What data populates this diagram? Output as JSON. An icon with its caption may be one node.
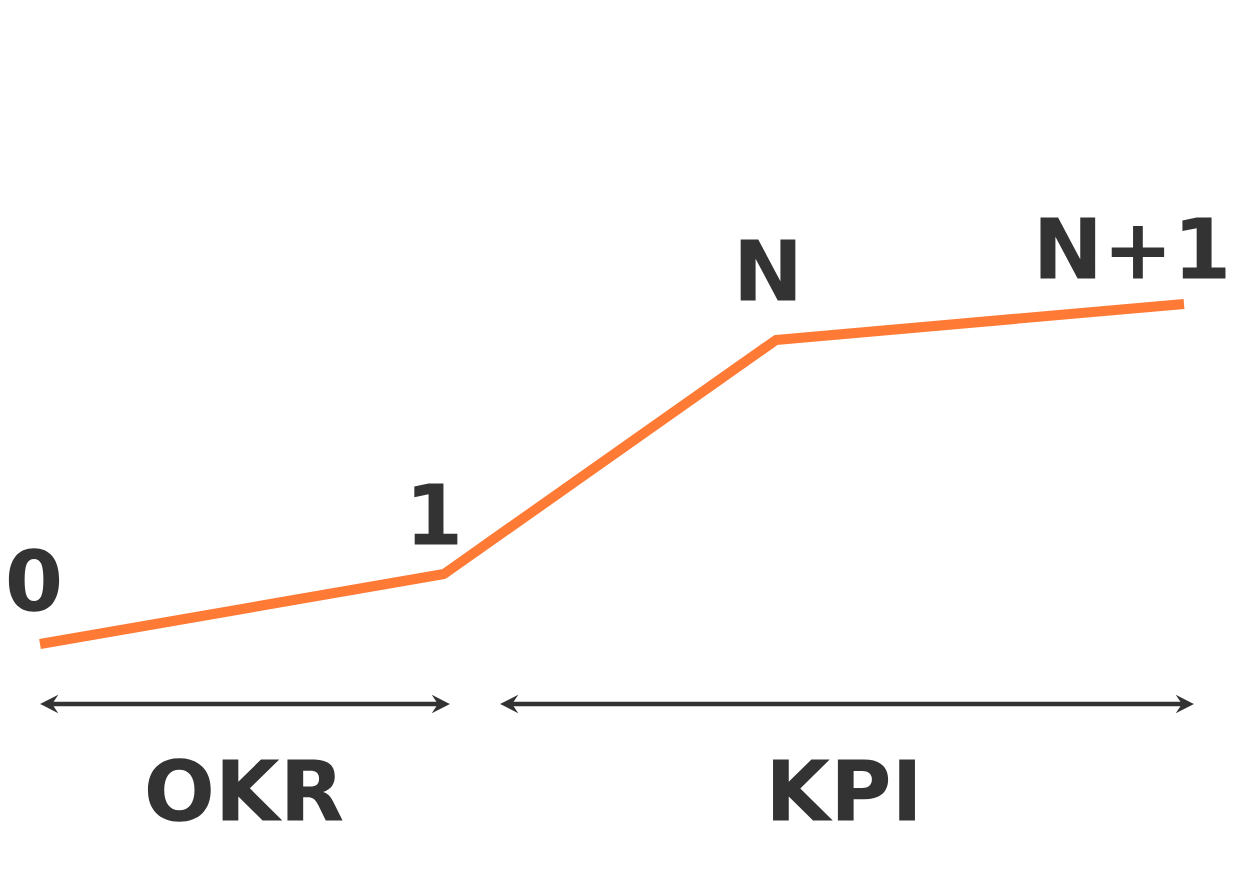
{
  "diagram": {
    "labels": [
      "N",
      "N+1",
      "0",
      "1",
      "OKR",
      "KPI"
    ]
  }
}
